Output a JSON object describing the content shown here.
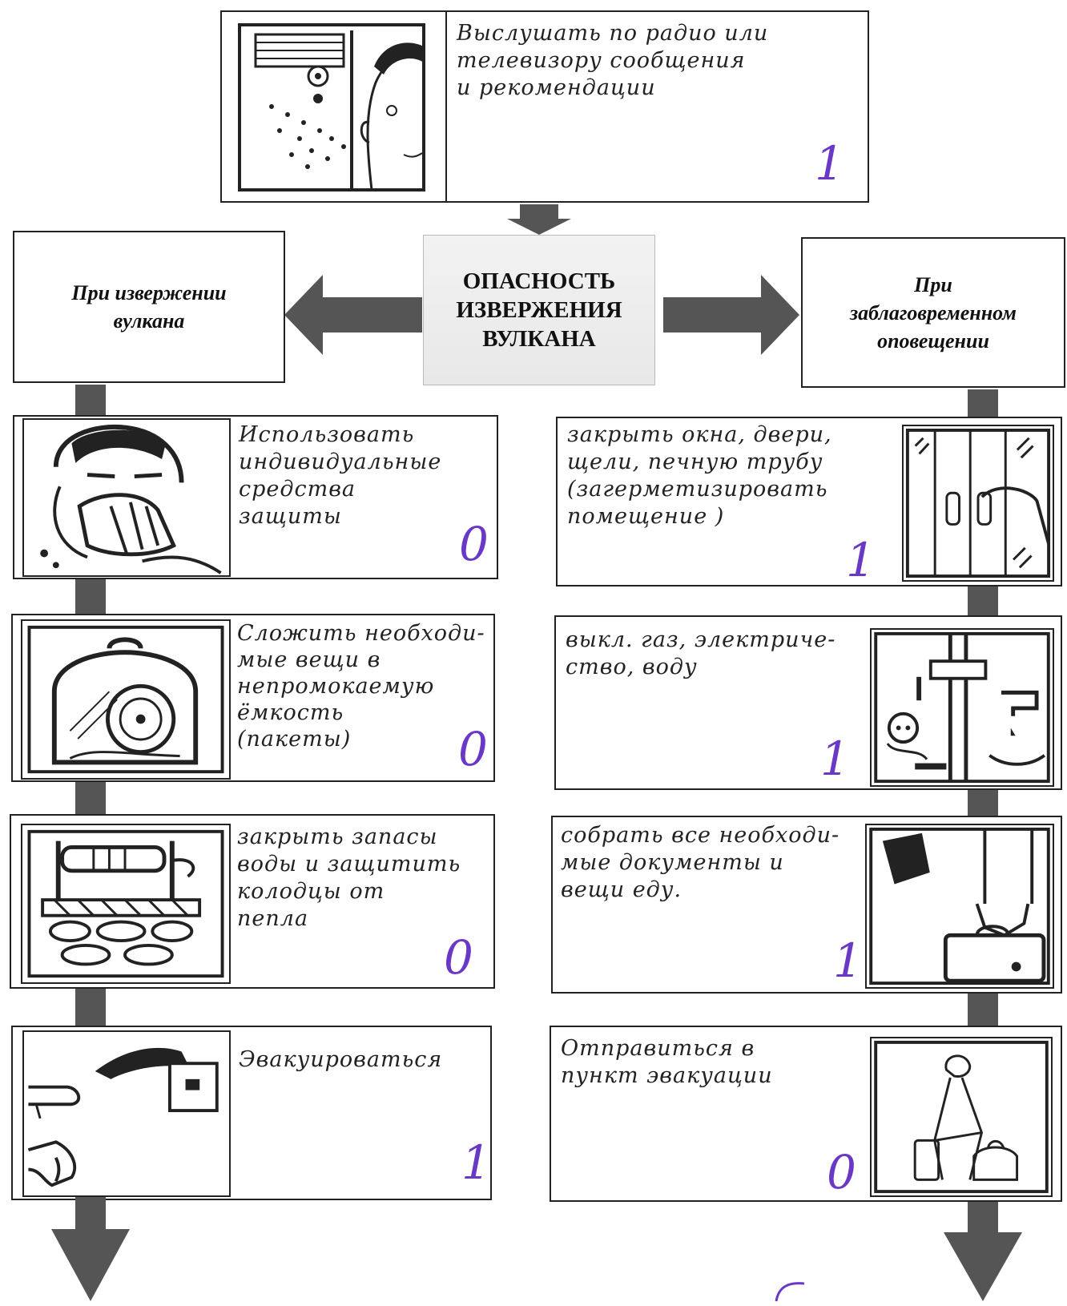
{
  "top_card": {
    "text": "Выслушать по радио или\nтелевизору сообщения\nи рекомендации",
    "score": "1",
    "icon": "radio-speaker-listener"
  },
  "center": {
    "title": "ОПАСНОСТЬ\nИЗВЕРЖЕНИЯ\nВУЛКАНА"
  },
  "left_header": {
    "text": "При извержении\nвулкана"
  },
  "right_header": {
    "text": "При\nзаблаговременном\nоповещении"
  },
  "left_steps": [
    {
      "text": "Использовать\nиндивидуальные\nсредства\n   защиты",
      "score": "0",
      "icon": "face-mask-protection"
    },
    {
      "text": "Сложить необходи-\nмые вещи в\nнепромокаемую\nёмкость\n(пакеты)",
      "score": "0",
      "icon": "sealed-container"
    },
    {
      "text": "закрыть запасы\nводы и защитить\nколодцы от\n пепла",
      "score": "0",
      "icon": "water-well"
    },
    {
      "text": "Эвакуироваться",
      "score": "1",
      "icon": "evacuation"
    }
  ],
  "right_steps": [
    {
      "text": "закрыть окна, двери,\nщели, печную трубу\n(загерметизировать\nпомещение )",
      "score": "1",
      "icon": "closing-door"
    },
    {
      "text": "выкл. газ, электриче-\nство, воду",
      "score": "1",
      "icon": "utilities-shutoff"
    },
    {
      "text": "собрать все необходи-\nмые документы и\nвещи еду.",
      "score": "1",
      "icon": "packing-suitcase"
    },
    {
      "text": "Отправиться в\nпункт эвакуации",
      "score": "0",
      "icon": "person-with-bag"
    }
  ],
  "colors": {
    "score_ink": "#6a38c6",
    "arrow_fill": "#555555",
    "center_bg": "#eeeeee"
  }
}
